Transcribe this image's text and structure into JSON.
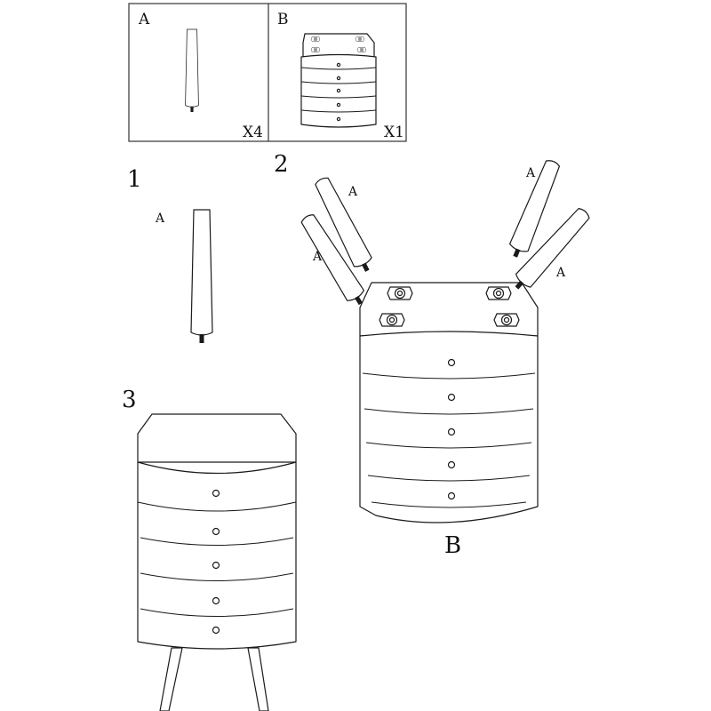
{
  "parts_box": {
    "part_a": {
      "letter": "A",
      "quantity": "X4"
    },
    "part_b": {
      "letter": "B",
      "quantity": "X1"
    }
  },
  "steps": [
    {
      "number": "1",
      "part_label": "A"
    },
    {
      "number": "2",
      "leg_labels": [
        "A",
        "A",
        "A",
        "A"
      ],
      "body_label": "B"
    },
    {
      "number": "3"
    }
  ],
  "colors": {
    "line": "#1a1a1a",
    "background": "#ffffff"
  }
}
